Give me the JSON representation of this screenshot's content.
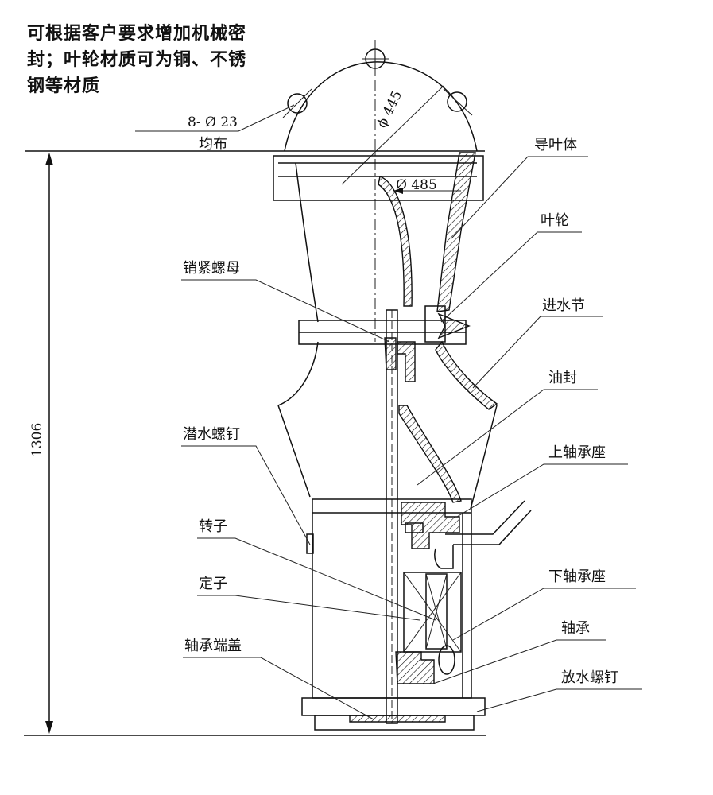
{
  "note": {
    "lines": [
      "可根据客户要求增加机械密",
      "封；叶轮材质可为铜、不锈",
      "钢等材质"
    ]
  },
  "dimensions": {
    "holes": "8- Ø 23",
    "holes_layout": "均布",
    "pcd": "ϕ 445",
    "flange_od": "Ø 485",
    "height": "1306"
  },
  "labels": {
    "guide_vane_body": "导叶体",
    "impeller": "叶轮",
    "lock_nut": "销紧螺母",
    "inlet_section": "进水节",
    "oil_seal": "油封",
    "upper_bearing_seat": "上轴承座",
    "submersible_screw": "潜水螺钉",
    "rotor": "转子",
    "stator": "定子",
    "lower_bearing_seat": "下轴承座",
    "bearing": "轴承",
    "bearing_end_cover": "轴承端盖",
    "drain_screw": "放水螺钉"
  }
}
